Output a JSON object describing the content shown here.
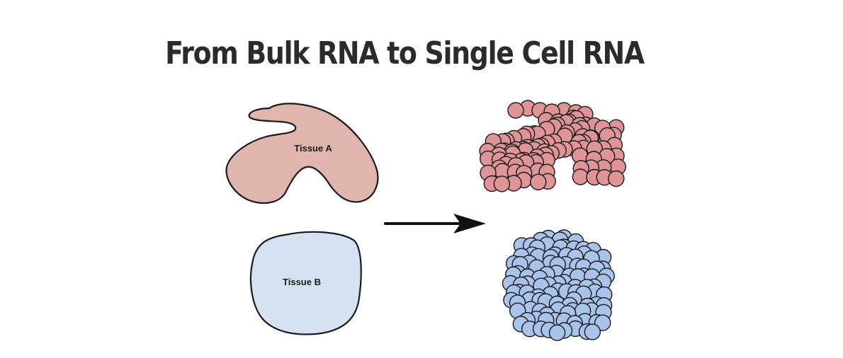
{
  "title": "From Bulk RNA to Single Cell RNA",
  "tissues": [
    {
      "label": "Tissue A",
      "fill": "#e0b5ad"
    },
    {
      "label": "Tissue B",
      "fill": "#d5e2f2"
    }
  ],
  "cells": {
    "a_fill": "#df9596",
    "b_fill": "#a9c4ea",
    "stroke": "#1a1a1a"
  },
  "arrow": {
    "direction": "right",
    "color": "#111111"
  }
}
